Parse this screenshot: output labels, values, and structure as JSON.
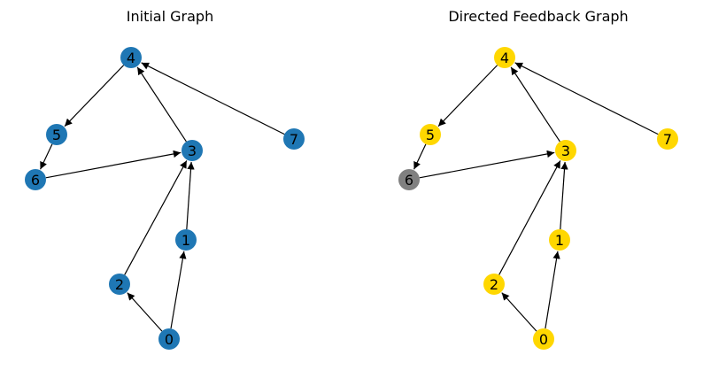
{
  "colors": {
    "initial_node": "#1f77b4",
    "feedback_node": "#ffd700",
    "feedback_removed_node": "#808080",
    "edge": "#000000"
  },
  "graphs": [
    {
      "title": "Initial Graph",
      "nodes": [
        {
          "id": "0",
          "color": "#1f77b4"
        },
        {
          "id": "1",
          "color": "#1f77b4"
        },
        {
          "id": "2",
          "color": "#1f77b4"
        },
        {
          "id": "3",
          "color": "#1f77b4"
        },
        {
          "id": "4",
          "color": "#1f77b4"
        },
        {
          "id": "5",
          "color": "#1f77b4"
        },
        {
          "id": "6",
          "color": "#1f77b4"
        },
        {
          "id": "7",
          "color": "#1f77b4"
        }
      ],
      "edges": [
        [
          "0",
          "2"
        ],
        [
          "0",
          "1"
        ],
        [
          "1",
          "3"
        ],
        [
          "2",
          "3"
        ],
        [
          "3",
          "4"
        ],
        [
          "7",
          "4"
        ],
        [
          "4",
          "5"
        ],
        [
          "5",
          "6"
        ],
        [
          "6",
          "3"
        ]
      ]
    },
    {
      "title": "Directed Feedback Graph",
      "nodes": [
        {
          "id": "0",
          "color": "#ffd700"
        },
        {
          "id": "1",
          "color": "#ffd700"
        },
        {
          "id": "2",
          "color": "#ffd700"
        },
        {
          "id": "3",
          "color": "#ffd700"
        },
        {
          "id": "4",
          "color": "#ffd700"
        },
        {
          "id": "5",
          "color": "#ffd700"
        },
        {
          "id": "6",
          "color": "#808080"
        },
        {
          "id": "7",
          "color": "#ffd700"
        }
      ],
      "edges": [
        [
          "0",
          "2"
        ],
        [
          "0",
          "1"
        ],
        [
          "1",
          "3"
        ],
        [
          "2",
          "3"
        ],
        [
          "3",
          "4"
        ],
        [
          "7",
          "4"
        ],
        [
          "4",
          "5"
        ],
        [
          "5",
          "6"
        ],
        [
          "6",
          "3"
        ]
      ]
    }
  ]
}
